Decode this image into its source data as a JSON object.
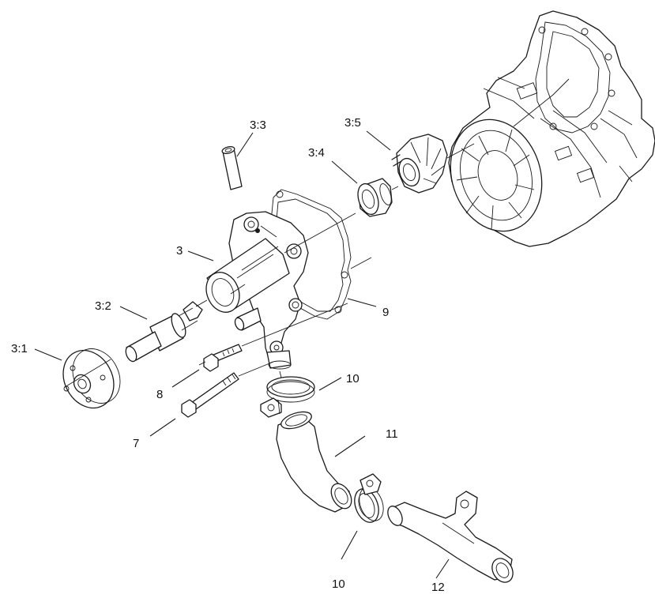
{
  "labels": {
    "p3_1": "3:1",
    "p3_2": "3:2",
    "p3": "3",
    "p3_3": "3:3",
    "p3_4": "3:4",
    "p3_5": "3:5",
    "p7": "7",
    "p8": "8",
    "p9": "9",
    "p10_upper": "10",
    "p10_lower": "10",
    "p11": "11",
    "p12": "12"
  },
  "colors": {
    "line": "#1a1a1a",
    "background": "#ffffff"
  }
}
